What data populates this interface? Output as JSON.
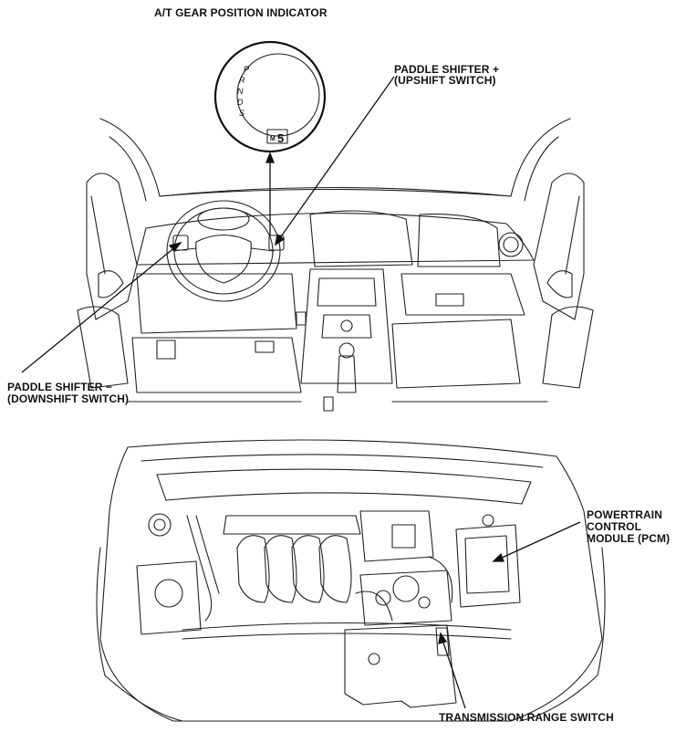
{
  "labels": {
    "indicator": "A/T GEAR POSITION INDICATOR",
    "paddle_plus_line1": "PADDLE SHIFTER +",
    "paddle_plus_line2": "(UPSHIFT SWITCH)",
    "paddle_minus_line1": "PADDLE SHIFTER −",
    "paddle_minus_line2": "(DOWNSHIFT SWITCH)",
    "pcm_line1": "POWERTRAIN",
    "pcm_line2": "CONTROL",
    "pcm_line3": "MODULE (PCM)",
    "trs": "TRANSMISSION RANGE SWITCH"
  },
  "gauge": {
    "gear_letters": [
      "P",
      "R",
      "N",
      "D",
      "S"
    ],
    "mode_letter": "M",
    "gear_digit": "5"
  }
}
